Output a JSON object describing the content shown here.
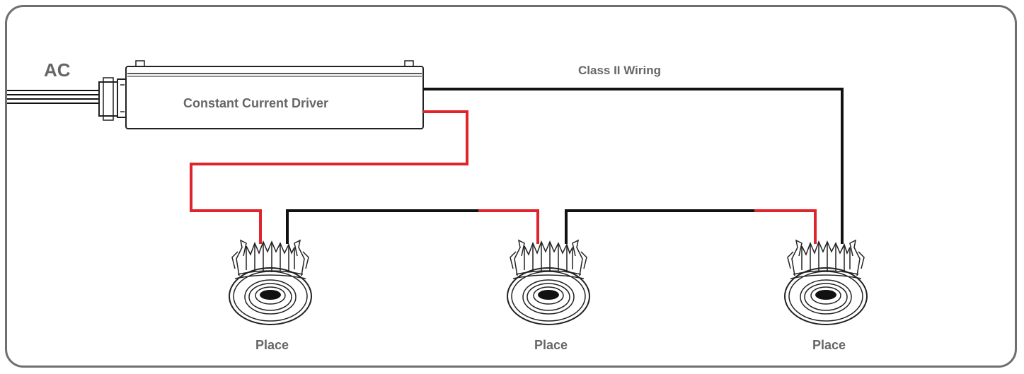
{
  "labels": {
    "ac": "AC",
    "driver": "Constant Current Driver",
    "wiring": "Class II Wiring",
    "fixtures": [
      "Place",
      "Place",
      "Place"
    ]
  },
  "colors": {
    "frame": "#6f6f6f",
    "label_text": "#666666",
    "positive_wire": "#e0242b",
    "negative_wire": "#111111",
    "outline": "#222222"
  },
  "icons": {
    "driver": "driver-box-icon",
    "connector": "terminal-connector-icon",
    "fixture": "recessed-downlight-icon"
  }
}
